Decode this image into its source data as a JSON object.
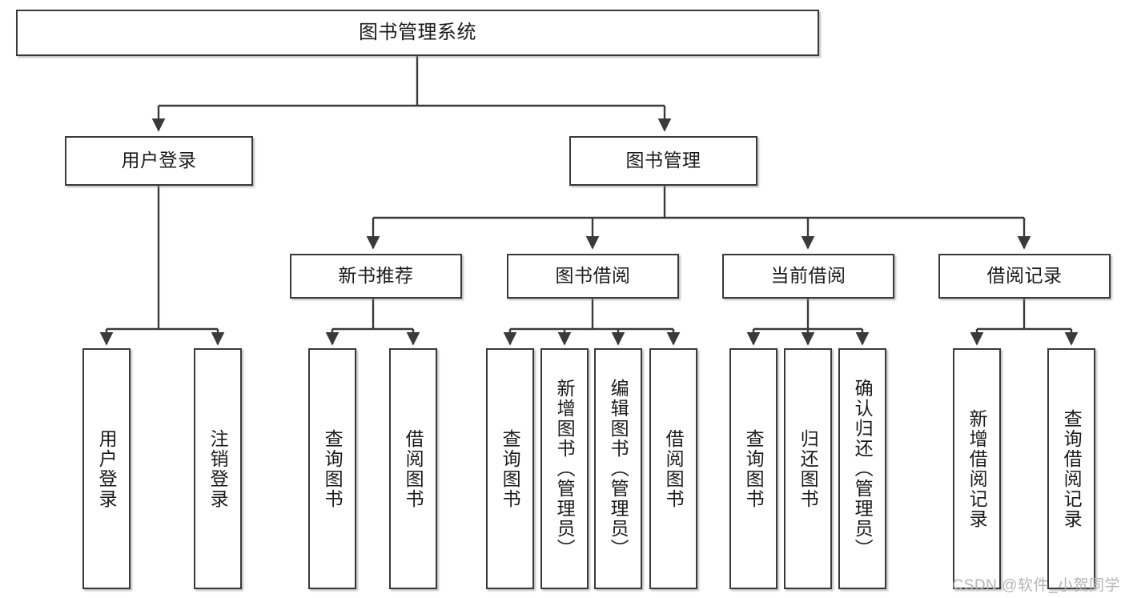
{
  "diagram": {
    "type": "tree-hierarchy-chart",
    "title": "图书管理系统",
    "watermark": "CSDN @软件_小贺同学",
    "colors": {
      "node_border": "#3a3a3a",
      "node_fill": "#ffffff",
      "edge": "#3a3a3a",
      "text": "#1b1b1b",
      "watermark": "#b4b4b4",
      "background": "#ffffff"
    },
    "nodes": {
      "root": {
        "label": "图书管理系统",
        "level": 1
      },
      "user_login": {
        "label": "用户登录",
        "level": 2
      },
      "book_manage": {
        "label": "图书管理",
        "level": 2
      },
      "new_book_rec": {
        "label": "新书推荐",
        "level": 3
      },
      "book_borrow": {
        "label": "图书借阅",
        "level": 3
      },
      "current_borrow": {
        "label": "当前借阅",
        "level": 3
      },
      "borrow_record": {
        "label": "借阅记录",
        "level": 3
      },
      "leaf_user_login": {
        "label": "用户登录",
        "level": 4
      },
      "leaf_logout": {
        "label": "注销登录",
        "level": 4
      },
      "leaf_query_book_1": {
        "label": "查询图书",
        "level": 4
      },
      "leaf_borrow_book_1": {
        "label": "借阅图书",
        "level": 4
      },
      "leaf_query_book_2": {
        "label": "查询图书",
        "level": 4
      },
      "leaf_add_book": {
        "label": "新增图书（管理员）",
        "level": 4
      },
      "leaf_edit_book": {
        "label": "编辑图书（管理员）",
        "level": 4
      },
      "leaf_borrow_book_2": {
        "label": "借阅图书",
        "level": 4
      },
      "leaf_query_book_3": {
        "label": "查询图书",
        "level": 4
      },
      "leaf_return_book": {
        "label": "归还图书",
        "level": 4
      },
      "leaf_confirm_return": {
        "label": "确认归还（管理员）",
        "level": 4
      },
      "leaf_add_record": {
        "label": "新增借阅记录",
        "level": 4
      },
      "leaf_query_record": {
        "label": "查询借阅记录",
        "level": 4
      }
    },
    "edges": [
      {
        "from": "root",
        "to": "user_login"
      },
      {
        "from": "root",
        "to": "book_manage"
      },
      {
        "from": "book_manage",
        "to": "new_book_rec"
      },
      {
        "from": "book_manage",
        "to": "book_borrow"
      },
      {
        "from": "book_manage",
        "to": "current_borrow"
      },
      {
        "from": "book_manage",
        "to": "borrow_record"
      },
      {
        "from": "user_login",
        "to": "leaf_user_login"
      },
      {
        "from": "user_login",
        "to": "leaf_logout"
      },
      {
        "from": "new_book_rec",
        "to": "leaf_query_book_1"
      },
      {
        "from": "new_book_rec",
        "to": "leaf_borrow_book_1"
      },
      {
        "from": "book_borrow",
        "to": "leaf_query_book_2"
      },
      {
        "from": "book_borrow",
        "to": "leaf_add_book"
      },
      {
        "from": "book_borrow",
        "to": "leaf_edit_book"
      },
      {
        "from": "book_borrow",
        "to": "leaf_borrow_book_2"
      },
      {
        "from": "current_borrow",
        "to": "leaf_query_book_3"
      },
      {
        "from": "current_borrow",
        "to": "leaf_return_book"
      },
      {
        "from": "current_borrow",
        "to": "leaf_confirm_return"
      },
      {
        "from": "borrow_record",
        "to": "leaf_add_record"
      },
      {
        "from": "borrow_record",
        "to": "leaf_query_record"
      }
    ]
  }
}
